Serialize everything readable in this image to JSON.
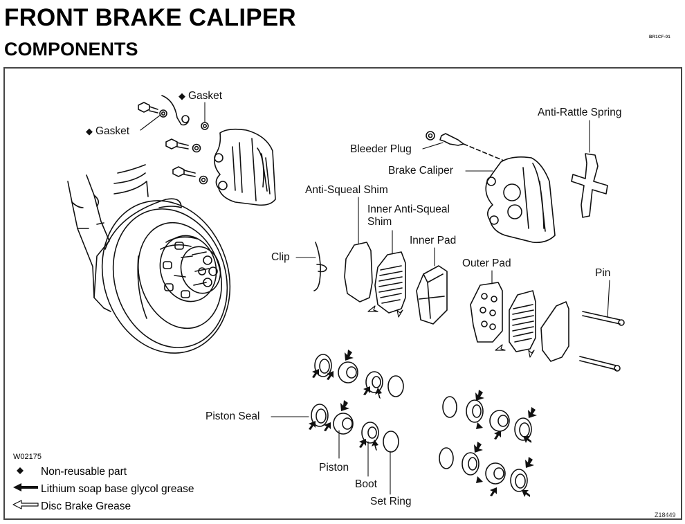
{
  "header": {
    "title": "FRONT BRAKE CALIPER",
    "subtitle": "COMPONENTS",
    "ref_code": "BR1CF-01"
  },
  "diagram": {
    "figure_code": "W02175",
    "image_code": "Z18449",
    "labels": {
      "gasket_upper": "Gasket",
      "gasket_left": "Gasket",
      "bleeder_plug": "Bleeder Plug",
      "brake_caliper": "Brake Caliper",
      "anti_rattle_spring": "Anti-Rattle Spring",
      "anti_squeal_shim": "Anti-Squeal Shim",
      "inner_anti_squeal_shim_line1": "Inner Anti-Squeal",
      "inner_anti_squeal_shim_line2": "Shim",
      "inner_pad": "Inner Pad",
      "outer_pad": "Outer Pad",
      "clip": "Clip",
      "pin": "Pin",
      "piston_seal": "Piston Seal",
      "piston": "Piston",
      "boot": "Boot",
      "set_ring": "Set Ring"
    },
    "non_reusable_marker": "◆"
  },
  "legend": {
    "items": [
      {
        "symbol": "diamond-icon",
        "text": "Non-reusable part"
      },
      {
        "symbol": "solid-arrow-icon",
        "text": "Lithium soap base glycol grease"
      },
      {
        "symbol": "hollow-arrow-icon",
        "text": "Disc Brake Grease"
      }
    ]
  }
}
